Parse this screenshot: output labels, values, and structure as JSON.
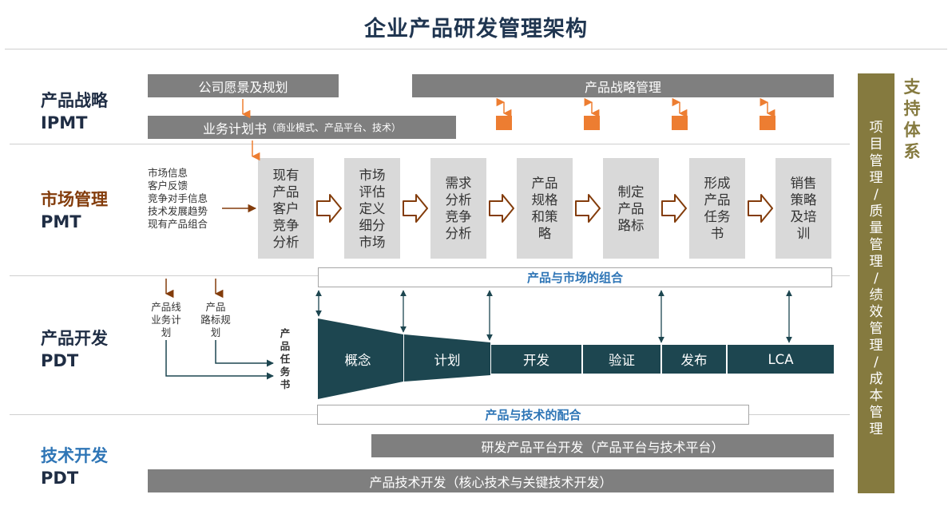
{
  "title": "企业产品研发管理架构",
  "sections": {
    "ipmt": {
      "cn": "产品战略",
      "en": "IPMT"
    },
    "pmt": {
      "cn": "市场管理",
      "en": "PMT"
    },
    "pdt": {
      "cn": "产品开发",
      "en": "PDT"
    },
    "tdt": {
      "cn": "技术开发",
      "en": "PDT"
    }
  },
  "strategy": {
    "vision": "公司愿景及规划",
    "plan_main": "业务计划书",
    "plan_sub": "（商业模式、产品平台、技术）",
    "strategy_mgmt": "产品战略管理"
  },
  "market_inputs": [
    "市场信息",
    "客户反馈",
    "竞争对手信息",
    "技术发展趋势",
    "现有产品组合"
  ],
  "market_steps": [
    "现有产品客户竞争分析",
    "市场评估定义细分市场",
    "需求分析竞争分析",
    "产品规格和策略",
    "制定产品路标",
    "形成产品任务书",
    "销售策略及培训"
  ],
  "dev_inputs": {
    "product_line": [
      "产品线",
      "业务计",
      "划"
    ],
    "roadmap": [
      "产品",
      "路标规",
      "划"
    ],
    "task_book": [
      "产",
      "品",
      "任",
      "务",
      "书"
    ]
  },
  "combo_market": "产品与市场的组合",
  "combo_tech": "产品与技术的配合",
  "phases": [
    "概念",
    "计划",
    "开发",
    "验证",
    "发布",
    "LCA"
  ],
  "tech": {
    "platform": "研发产品平台开发（产品平台与技术平台）",
    "core": "产品技术开发（核心技术与关键技术开发）"
  },
  "support": {
    "label": "支持体系",
    "items": [
      "项目管理",
      "/",
      "质量管理",
      "/",
      "绩效管理",
      "/",
      "成本管理"
    ]
  },
  "colors": {
    "title": "#1f3550",
    "orange": "#ed7d31",
    "gray_bar": "#7f7f7f",
    "step_bg": "#d9d9d9",
    "teal": "#1d4650",
    "blue_text": "#2e75b6",
    "olive": "#857a3f",
    "brown": "#833c0b"
  }
}
